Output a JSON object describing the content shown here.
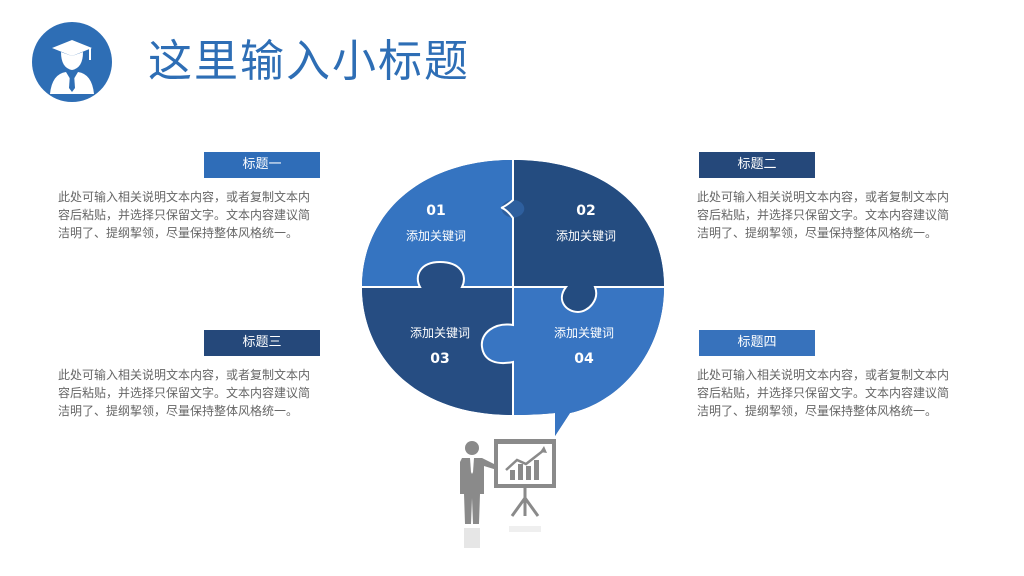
{
  "header": {
    "title": "这里输入小标题",
    "logo_icon": "graduate-icon"
  },
  "colors": {
    "primary": "#2e6eb5",
    "dark": "#25487a",
    "medium": "#3772bc",
    "text": "#666666"
  },
  "sections": [
    {
      "label": "标题一",
      "text": "此处可输入相关说明文本内容，或者复制文本内容后粘贴，并选择只保留文字。文本内容建议简洁明了、提纲挈领，尽量保持整体风格统一。"
    },
    {
      "label": "标题二",
      "text": "此处可输入相关说明文本内容，或者复制文本内容后粘贴，并选择只保留文字。文本内容建议简洁明了、提纲挈领，尽量保持整体风格统一。"
    },
    {
      "label": "标题三",
      "text": "此处可输入相关说明文本内容，或者复制文本内容后粘贴，并选择只保留文字。文本内容建议简洁明了、提纲挈领，尽量保持整体风格统一。"
    },
    {
      "label": "标题四",
      "text": "此处可输入相关说明文本内容，或者复制文本内容后粘贴，并选择只保留文字。文本内容建议简洁明了、提纲挈领，尽量保持整体风格统一。"
    }
  ],
  "puzzle": [
    {
      "num": "01",
      "keyword": "添加关键词"
    },
    {
      "num": "02",
      "keyword": "添加关键词"
    },
    {
      "num": "03",
      "keyword": "添加关键词"
    },
    {
      "num": "04",
      "keyword": "添加关键词"
    }
  ],
  "presenter_icon": "presenter-chart-icon"
}
